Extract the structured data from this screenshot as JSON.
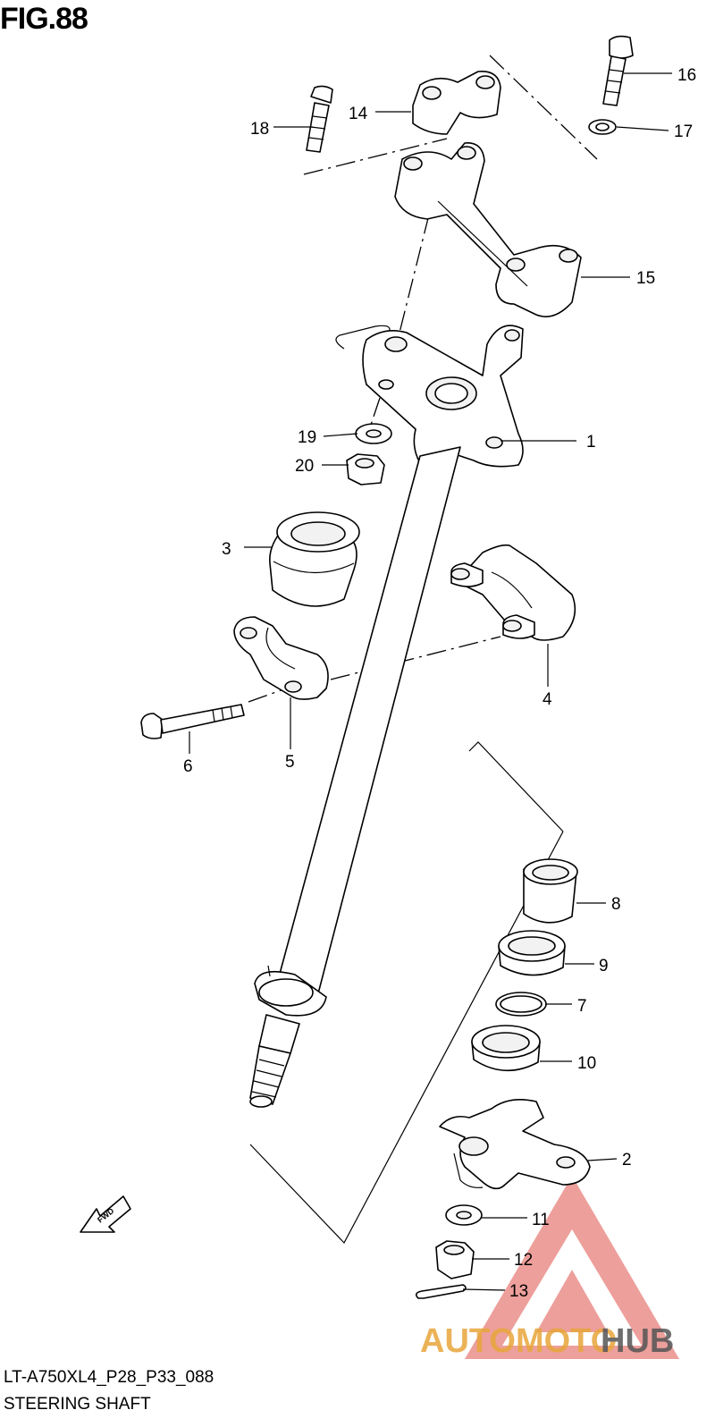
{
  "figure": {
    "title": "FIG.88",
    "model_code": "LT-A750XL4_P28_P33_088",
    "name": "STEERING SHAFT"
  },
  "callouts": {
    "c1": "1",
    "c2": "2",
    "c3": "3",
    "c4": "4",
    "c5": "5",
    "c6": "6",
    "c7": "7",
    "c8": "8",
    "c9": "9",
    "c10": "10",
    "c11": "11",
    "c12": "12",
    "c13": "13",
    "c14": "14",
    "c15": "15",
    "c16": "16",
    "c17": "17",
    "c18": "18",
    "c19": "19",
    "c20": "20"
  },
  "fwd_arrow": {
    "label": "FWD",
    "icon": "forward-arrow-icon"
  },
  "watermark": {
    "part_a": "AUTOMOTO",
    "part_b": "HUB",
    "color_a": "#e8a53a",
    "color_b": "#555555",
    "logo_color": "#e0524a"
  }
}
